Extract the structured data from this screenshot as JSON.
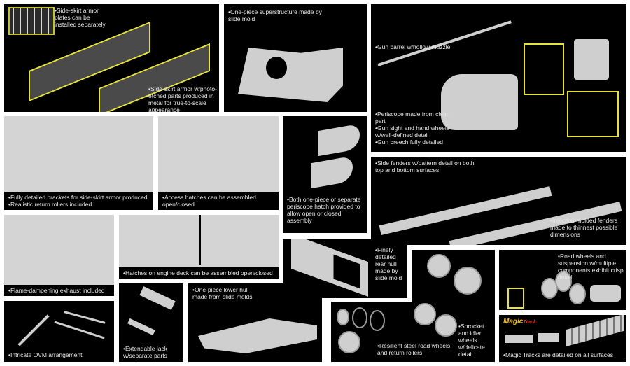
{
  "panels": {
    "side_skirt": {
      "caption_a": "Side-skirt armor plates can be installed separately",
      "caption_b": "Side-skirt armor w/photo-etched parts produced in metal for true-to-scale appearance"
    },
    "superstructure": {
      "caption": "One-piece superstructure made by slide mold"
    },
    "gun": {
      "caption_a": "Gun barrel w/hollow muzzle",
      "caption_b": [
        "Periscope made from clear part",
        "Gun sight and hand wheels w/well-defined detail",
        "Gun breech fully detailed"
      ]
    },
    "brackets": {
      "captions": [
        "Fully detailed brackets for side-skirt armor produced",
        "Realistic return rollers included"
      ]
    },
    "access_hatches": {
      "caption": "Access hatches can be assembled open/closed"
    },
    "periscope_hatch": {
      "caption": "Both one-piece or separate periscope hatch provided to allow open or closed assembly"
    },
    "fenders": {
      "caption_a": "Side fenders w/pattern detail on both top and bottom surfaces",
      "caption_b": "Injection-molded fenders made to thinnest possible dimensions"
    },
    "exhaust": {
      "caption": "Flame-dampening exhaust included"
    },
    "engine_deck": {
      "caption": "Hatches on engine deck can be assembled open/closed"
    },
    "rear_hull": {
      "caption": "Finely detailed rear hull made by slide mold"
    },
    "ovm": {
      "caption": "Intricate OVM arrangement"
    },
    "jack": {
      "caption": "Extendable jack w/separate parts"
    },
    "lower_hull": {
      "caption": "One-piece lower hull made from slide molds"
    },
    "wheels": {
      "caption_a": "Resilient steel road wheels and return rollers",
      "caption_b": "Sprocket and idler wheels w/delicate detail"
    },
    "road_wheels": {
      "caption": "Road wheels and suspension w/multiple components exhibit crisp detail"
    },
    "tracks": {
      "logo": "Magic Track",
      "caption": "Magic Tracks are detailed on all surfaces"
    }
  },
  "colors": {
    "panel": "#000000",
    "highlight": "#e6e23a",
    "part": "#cfcfcf"
  }
}
